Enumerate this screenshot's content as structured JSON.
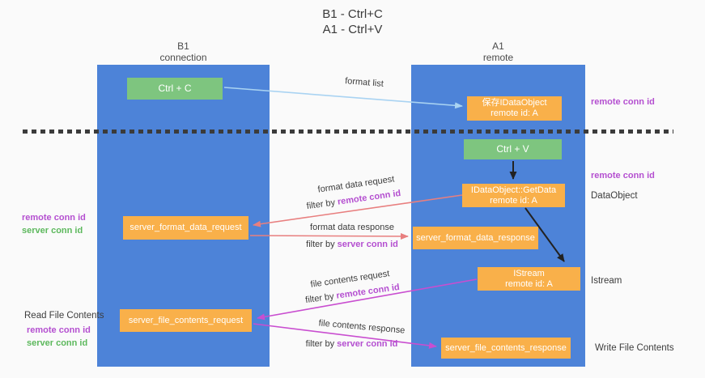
{
  "title": {
    "line1": "B1 - Ctrl+C",
    "line2": "A1 - Ctrl+V"
  },
  "lanes": {
    "left": {
      "header_line1": "B1",
      "header_line2": "connection"
    },
    "right": {
      "header_line1": "A1",
      "header_line2": "remote"
    }
  },
  "nodes": {
    "ctrl_c": "Ctrl + C",
    "ctrl_v": "Ctrl + V",
    "save_idataobject": {
      "line1": "保存IDataObject",
      "line2": "remote id: A"
    },
    "idataobject_getdata": {
      "line1": "IDataObject::GetData",
      "line2": "remote id: A"
    },
    "istream_node": {
      "line1": "IStream",
      "line2": "remote id: A"
    },
    "server_format_data_request": "server_format_data_request",
    "server_format_data_response": "server_format_data_response",
    "server_file_contents_request": "server_file_contents_request",
    "server_file_contents_response": "server_file_contents_response"
  },
  "arrow_labels": {
    "format_list": "format list",
    "format_data_request": "format data request",
    "format_data_request_filter": {
      "prefix": "filter by ",
      "key": "remote conn id"
    },
    "format_data_response": "format data response",
    "format_data_response_filter": {
      "prefix": "filter by ",
      "key": "server conn id"
    },
    "file_contents_request": "file contents request",
    "file_contents_request_filter": {
      "prefix": "filter by ",
      "key": "remote conn id"
    },
    "file_contents_response": "file contents response",
    "file_contents_response_filter": {
      "prefix": "filter by ",
      "key": "server conn id"
    }
  },
  "side_labels": {
    "right_top_remote_conn_id": "remote conn id",
    "right_mid_remote_conn_id": "remote conn id",
    "dataobject": "DataObject",
    "istream": "Istream",
    "write_file_contents": "Write File Contents",
    "left_remote_conn_id_1": "remote conn id",
    "left_server_conn_id_1": "server conn id",
    "read_file_contents": "Read File Contents",
    "left_remote_conn_id_2": "remote conn id",
    "left_server_conn_id_2": "server conn id"
  },
  "colors": {
    "lane_blue": "#4d83d8",
    "box_green": "#7ec57f",
    "box_orange": "#f9b04a",
    "arrow_blue": "#a9d3f2",
    "arrow_salmon": "#e87f7f",
    "arrow_magenta": "#c94ed0",
    "arrow_black": "#222222",
    "label_purple": "#b44fd0",
    "label_green": "#5cb85c",
    "background": "#fafafa"
  }
}
